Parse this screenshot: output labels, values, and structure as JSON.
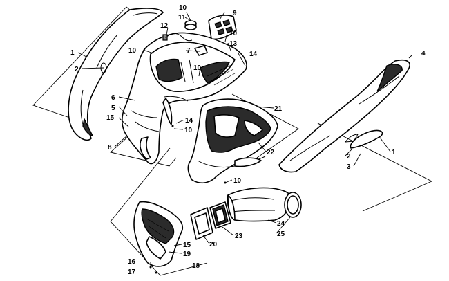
{
  "callouts": {
    "c1a": "1",
    "c1b": "1",
    "c2a": "2",
    "c2b": "2",
    "c3": "3",
    "c4": "4",
    "c5": "5",
    "c6": "6",
    "c7": "7",
    "c8": "8",
    "c9": "9",
    "c10a": "10",
    "c10b": "10",
    "c10c": "10",
    "c10d": "10",
    "c10e": "10",
    "c10f": "10",
    "c11": "11",
    "c12": "12",
    "c13": "13",
    "c14a": "14",
    "c14b": "14",
    "c15a": "15",
    "c15b": "15",
    "c16": "16",
    "c17": "17",
    "c18": "18",
    "c19": "19",
    "c20": "20",
    "c21": "21",
    "c22": "22",
    "c23": "23",
    "c24": "24",
    "c25": "25"
  }
}
